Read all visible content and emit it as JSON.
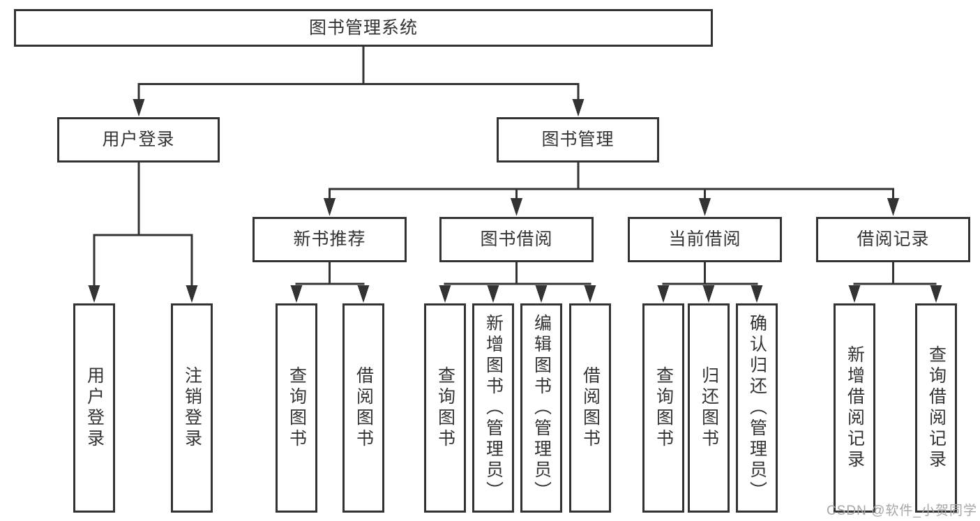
{
  "diagram": {
    "title": "图书管理系统",
    "watermark": "CSDN @软件_小贺同学",
    "colors": {
      "line": "#333333",
      "text": "#333333",
      "background": "#ffffff",
      "watermark": "#a6a6a6"
    },
    "tree": {
      "root": "图书管理系统",
      "branches": [
        {
          "label": "用户登录",
          "children": [
            "用户登录",
            "注销登录"
          ]
        },
        {
          "label": "图书管理",
          "children": [
            {
              "label": "新书推荐",
              "children": [
                "查询图书",
                "借阅图书"
              ]
            },
            {
              "label": "图书借阅",
              "children": [
                "查询图书",
                "新增图书（管理员）",
                "编辑图书（管理员）",
                "借阅图书"
              ]
            },
            {
              "label": "当前借阅",
              "children": [
                "查询图书",
                "归还图书",
                "确认归还（管理员）"
              ]
            },
            {
              "label": "借阅记录",
              "children": [
                "新增借阅记录",
                "查询借阅记录"
              ]
            }
          ]
        }
      ]
    }
  }
}
